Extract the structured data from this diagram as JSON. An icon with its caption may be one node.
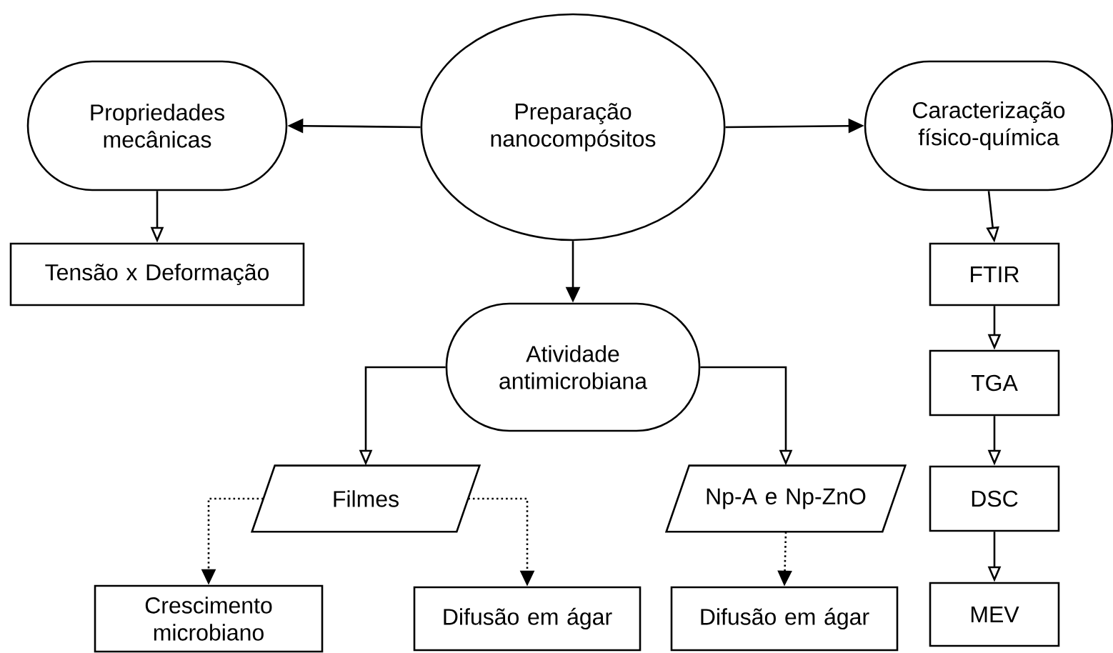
{
  "diagram": {
    "nodes": [
      {
        "text": [
          "Preparação nanocompósitos"
        ]
      },
      {
        "text": [
          "Propriedades mecânicas"
        ]
      },
      {
        "text": [
          "Caracterização físico-química"
        ]
      },
      {
        "text": [
          "Tensão x Deformação"
        ]
      },
      {
        "text": [
          "Atividade antimicrobiana"
        ]
      },
      {
        "text": [
          "Filmes"
        ]
      },
      {
        "text": [
          "Np-A e Np-ZnO"
        ]
      },
      {
        "text": [
          "Crescimento microbiano"
        ]
      },
      {
        "text": [
          "Difusão em ágar"
        ]
      },
      {
        "text": [
          "Difusão em ágar"
        ]
      },
      {
        "text": [
          "FTIR"
        ]
      },
      {
        "text": [
          "TGA"
        ]
      },
      {
        "text": [
          "DSC"
        ]
      },
      {
        "text": [
          "MEV"
        ]
      }
    ],
    "edges": [
      {
        "from": 0,
        "to": 1,
        "arrow": "to"
      },
      {
        "from": 0,
        "to": 2,
        "arrow": "to"
      },
      {
        "from": 0,
        "to": 4,
        "arrow": "to"
      },
      {
        "from": 1,
        "to": 3,
        "arrow": "to"
      },
      {
        "from": 2,
        "to": 10,
        "arrow": "to"
      },
      {
        "from": 10,
        "to": 11,
        "arrow": "to"
      },
      {
        "from": 11,
        "to": 12,
        "arrow": "to"
      },
      {
        "from": 12,
        "to": 13,
        "arrow": "to"
      },
      {
        "from": 4,
        "to": 5,
        "arrow": "to"
      },
      {
        "from": 4,
        "to": 6,
        "arrow": "to"
      },
      {
        "from": 5,
        "to": 7,
        "arrow": "to",
        "style": "dashed"
      },
      {
        "from": 5,
        "to": 8,
        "arrow": "to",
        "style": "dashed"
      },
      {
        "from": 6,
        "to": 9,
        "arrow": "to",
        "style": "dashed"
      }
    ]
  }
}
